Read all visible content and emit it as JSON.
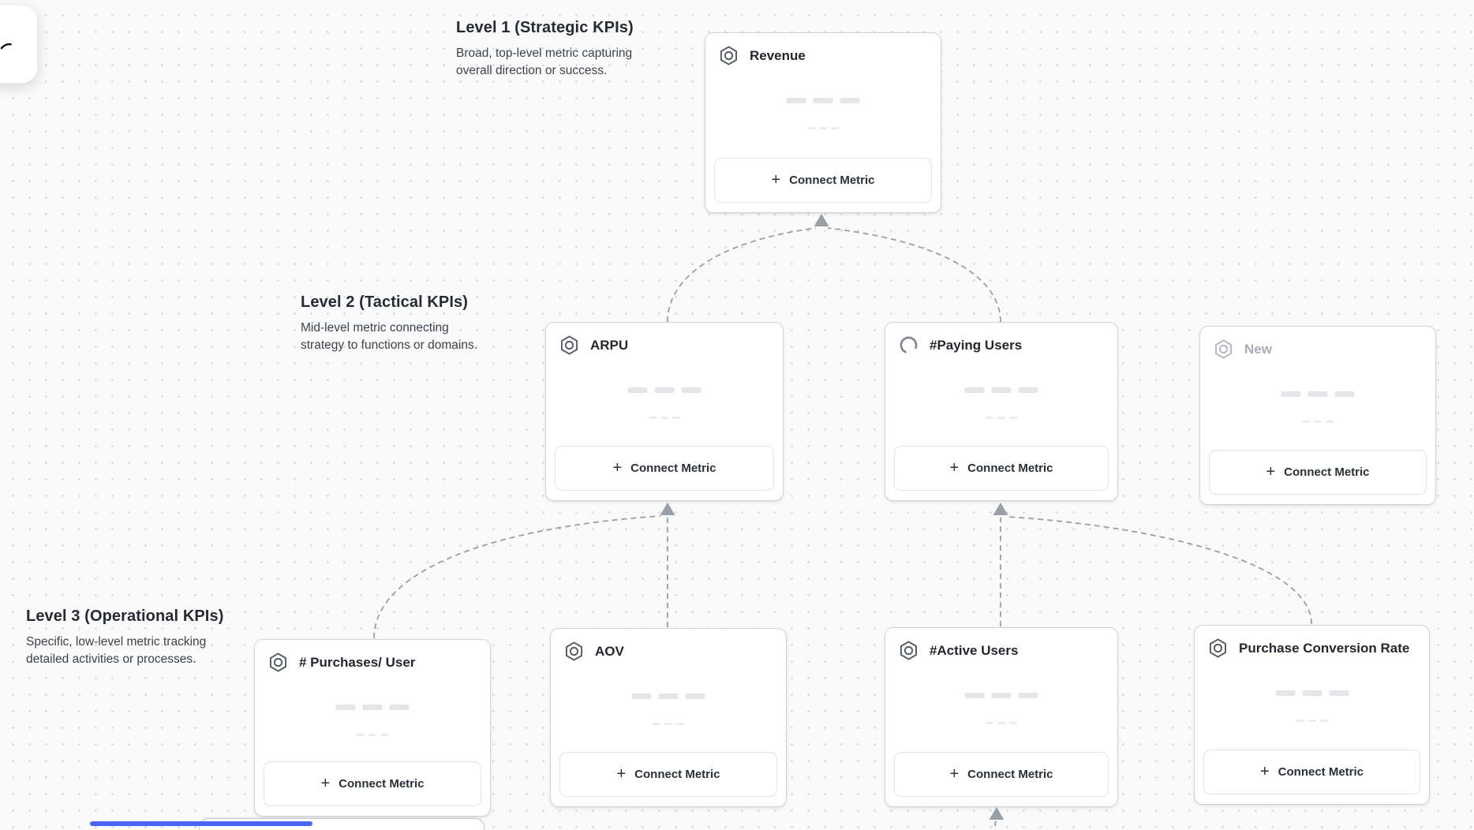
{
  "app": {
    "view": "metric-tree-canvas",
    "palette": {
      "canvas_bg": "#fafafa",
      "dot_grid": "#cfcfd4",
      "card_border": "#d2d2d8",
      "connector": "#999fa7",
      "accent_blue": "#4a66f0",
      "title_text": "#24272d",
      "muted_text": "#a9adb5"
    }
  },
  "strings": {
    "connect_metric": "Connect Metric",
    "plus": "+"
  },
  "levels": [
    {
      "title": "Level 1 (Strategic KPIs)",
      "description_lines": [
        "Broad, top-level metric capturing",
        "overall direction or success."
      ]
    },
    {
      "title": "Level 2 (Tactical KPIs)",
      "description_lines": [
        "Mid-level metric connecting",
        "strategy to functions or domains."
      ]
    },
    {
      "title": "Level 3 (Operational KPIs)",
      "description_lines": [
        "Specific, low-level metric tracking",
        "detailed activities or processes."
      ]
    }
  ],
  "cards": [
    {
      "title": "Revenue",
      "icon": "hexagon-badge-icon",
      "level": 1,
      "state": "normal"
    },
    {
      "title": "ARPU",
      "icon": "hexagon-badge-icon",
      "level": 2,
      "state": "normal"
    },
    {
      "title": "#Paying Users",
      "icon": "spinner-icon",
      "level": 2,
      "state": "loading"
    },
    {
      "title": "New",
      "icon": "hexagon-badge-icon",
      "level": 2,
      "state": "muted"
    },
    {
      "title": "# Purchases/ User",
      "icon": "hexagon-badge-icon",
      "level": 3,
      "state": "normal"
    },
    {
      "title": "AOV",
      "icon": "hexagon-badge-icon",
      "level": 3,
      "state": "normal"
    },
    {
      "title": "#Active Users",
      "icon": "hexagon-badge-icon",
      "level": 3,
      "state": "normal"
    },
    {
      "title": "Purchase Conversion Rate",
      "icon": "hexagon-badge-icon",
      "level": 3,
      "state": "normal"
    }
  ],
  "connections": [
    {
      "from": "ARPU",
      "to": "Revenue"
    },
    {
      "from": "#Paying Users",
      "to": "Revenue"
    },
    {
      "from": "# Purchases/ User",
      "to": "ARPU"
    },
    {
      "from": "AOV",
      "to": "ARPU"
    },
    {
      "from": "#Active Users",
      "to": "#Paying Users"
    },
    {
      "from": "Purchase Conversion Rate",
      "to": "#Paying Users"
    },
    {
      "from": "(offscreen)",
      "to": "#Active Users"
    }
  ]
}
